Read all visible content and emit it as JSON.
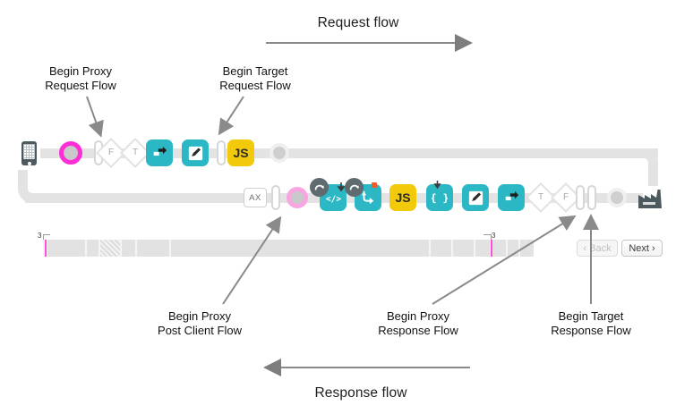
{
  "diagram": {
    "title_top": "Request flow",
    "title_bottom": "Response flow",
    "arrow_top_direction": "right",
    "arrow_bottom_direction": "left"
  },
  "callouts": [
    {
      "id": "begin-proxy-request-flow",
      "line1": "Begin Proxy",
      "line2": "Request Flow"
    },
    {
      "id": "begin-target-request-flow",
      "line1": "Begin Target",
      "line2": "Request Flow"
    },
    {
      "id": "begin-proxy-post-client-flow",
      "line1": "Begin Proxy",
      "line2": "Post Client Flow"
    },
    {
      "id": "begin-proxy-response-flow",
      "line1": "Begin Proxy",
      "line2": "Response Flow"
    },
    {
      "id": "begin-target-response-flow",
      "line1": "Begin Target",
      "line2": "Response Flow"
    }
  ],
  "request_row": {
    "endpoint_icon": "mobile-phone-icon",
    "nodes": [
      {
        "type": "circle",
        "variant": "magenta",
        "label": ""
      },
      {
        "type": "pill",
        "variant": "single",
        "label": ""
      },
      {
        "type": "diamond",
        "variant": "outline",
        "label": "F"
      },
      {
        "type": "diamond",
        "variant": "outline",
        "label": "T"
      },
      {
        "type": "square",
        "variant": "teal",
        "icon": "share-arrow-icon",
        "label": ""
      },
      {
        "type": "square",
        "variant": "teal",
        "icon": "pencil-icon",
        "label": ""
      },
      {
        "type": "pill",
        "variant": "single",
        "label": ""
      },
      {
        "type": "square",
        "variant": "yellow",
        "label": "JS"
      },
      {
        "type": "circle",
        "variant": "gray",
        "label": ""
      }
    ]
  },
  "response_row": {
    "endpoint_icon": "factory-icon",
    "nodes": [
      {
        "type": "box",
        "variant": "outline",
        "label": "AX"
      },
      {
        "type": "pill",
        "variant": "single",
        "label": ""
      },
      {
        "type": "circle",
        "variant": "pink",
        "label": ""
      },
      {
        "type": "square",
        "variant": "teal",
        "icon": "code-tag-icon",
        "label": "",
        "badge": "rotate-arrow-icon"
      },
      {
        "type": "square",
        "variant": "teal",
        "icon": "flow-arrow-icon",
        "label": "",
        "badge": "rotate-arrow-icon"
      },
      {
        "type": "square",
        "variant": "yellow",
        "label": "JS"
      },
      {
        "type": "square",
        "variant": "teal",
        "icon": "braces-icon",
        "label": ""
      },
      {
        "type": "square",
        "variant": "teal",
        "icon": "pencil-icon",
        "label": ""
      },
      {
        "type": "square",
        "variant": "teal",
        "icon": "share-arrow-icon",
        "label": ""
      },
      {
        "type": "diamond",
        "variant": "outline",
        "label": "T"
      },
      {
        "type": "diamond",
        "variant": "outline",
        "label": "F"
      },
      {
        "type": "pill",
        "variant": "double",
        "label": ""
      },
      {
        "type": "circle",
        "variant": "gray",
        "label": ""
      }
    ]
  },
  "timeline": {
    "marker_left_label": "3",
    "marker_right_label": "3",
    "segments": 12
  },
  "pager": {
    "back_label": "‹ Back",
    "back_enabled": false,
    "next_label": "Next ›",
    "next_enabled": true
  },
  "colors": {
    "teal": "#2bb8c4",
    "yellow": "#f2c90b",
    "magenta": "#ff2ed6",
    "pink": "#f9a5e2",
    "rail": "#e3e3e3",
    "slate": "#4c5a60",
    "annotation": "#8a8a8a"
  }
}
